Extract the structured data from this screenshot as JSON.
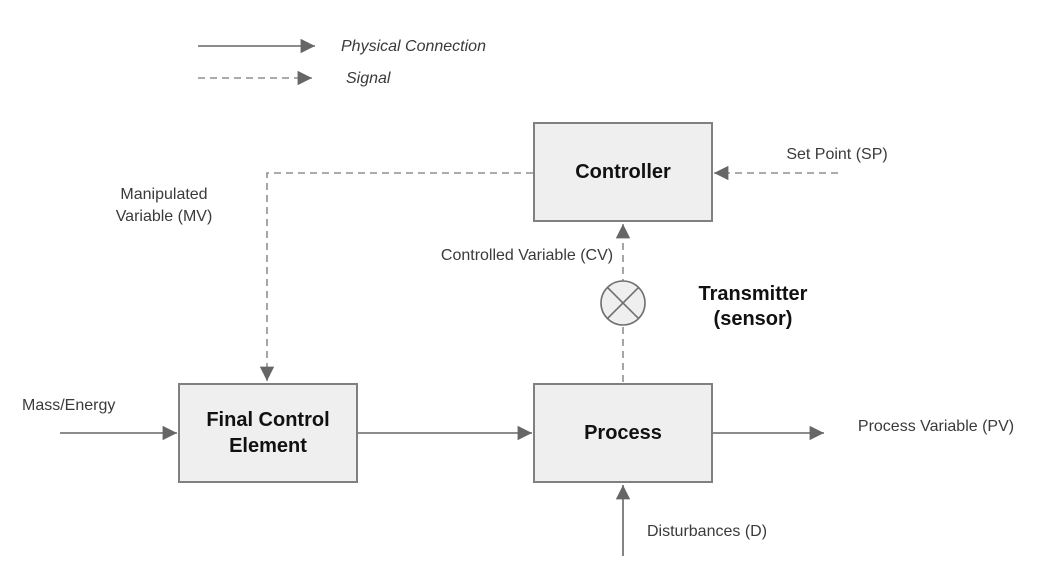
{
  "colors": {
    "box_fill": "#efefef",
    "box_border": "#808080",
    "solid_line": "#666666",
    "dashed_line": "#8f8f8f",
    "arrowhead": "#666666",
    "label_text": "#3a3a3a",
    "title_text": "#111111"
  },
  "legend": {
    "physical_connection_label": "Physical Connection",
    "signal_label": "Signal"
  },
  "nodes": {
    "controller_label": "Controller",
    "final_control_element_label": "Final Control Element",
    "process_label": "Process",
    "transmitter_label": "Transmitter (sensor)"
  },
  "labels": {
    "set_point": "Set Point (SP)",
    "manipulated_variable": "Manipulated Variable (MV)",
    "controlled_variable": "Controlled Variable (CV)",
    "mass_energy": "Mass/Energy",
    "process_variable": "Process Variable (PV)",
    "disturbances": "Disturbances (D)"
  }
}
